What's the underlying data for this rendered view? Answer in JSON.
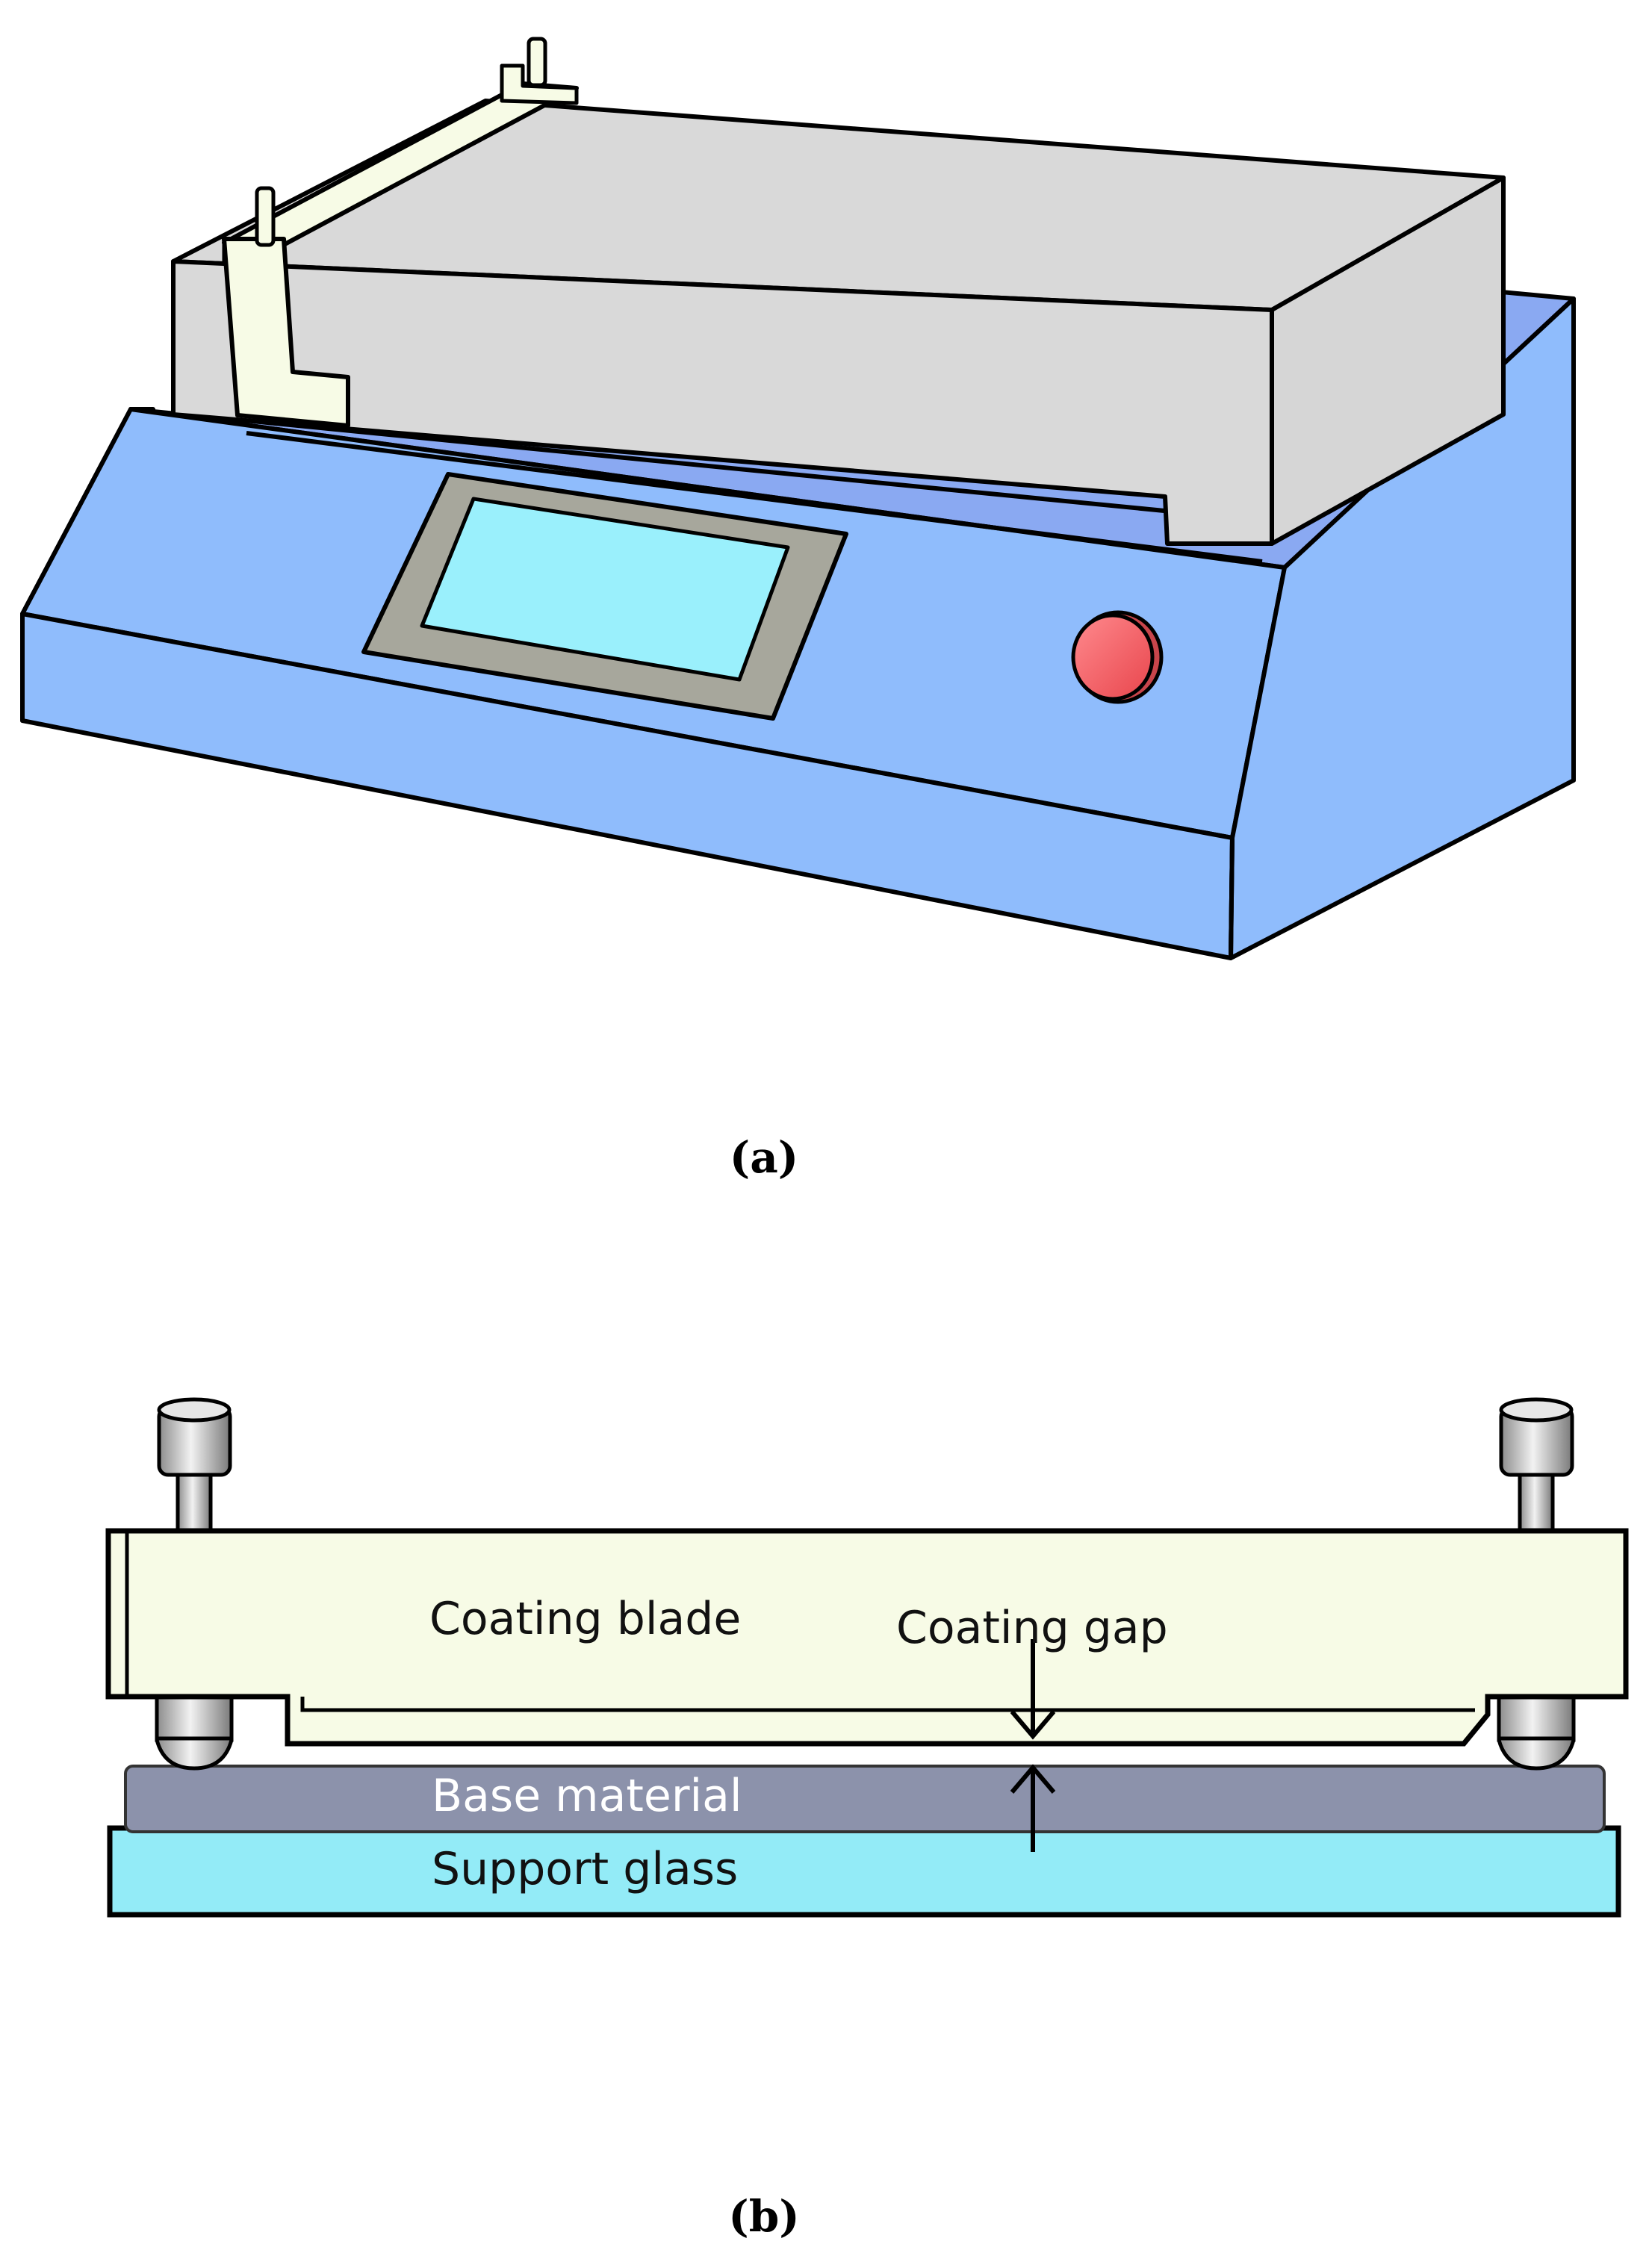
{
  "panel_a": {
    "caption": "(a)"
  },
  "panel_b": {
    "caption": "(b)",
    "labels": {
      "coating_blade": "Coating blade",
      "coating_gap": "Coating gap",
      "base_material": "Base material",
      "support_glass": "Support glass"
    }
  },
  "colors": {
    "machine_body": "#8fbcfc",
    "machine_top": "#8aa9f2",
    "plate": "#d9d9d9",
    "blade": "#f7fbe6",
    "screen": "#9af0fc",
    "screen_bezel": "#a7a79c",
    "button": "#f4646a",
    "base_material": "#8c92ab",
    "support_glass": "#93ebf7"
  }
}
